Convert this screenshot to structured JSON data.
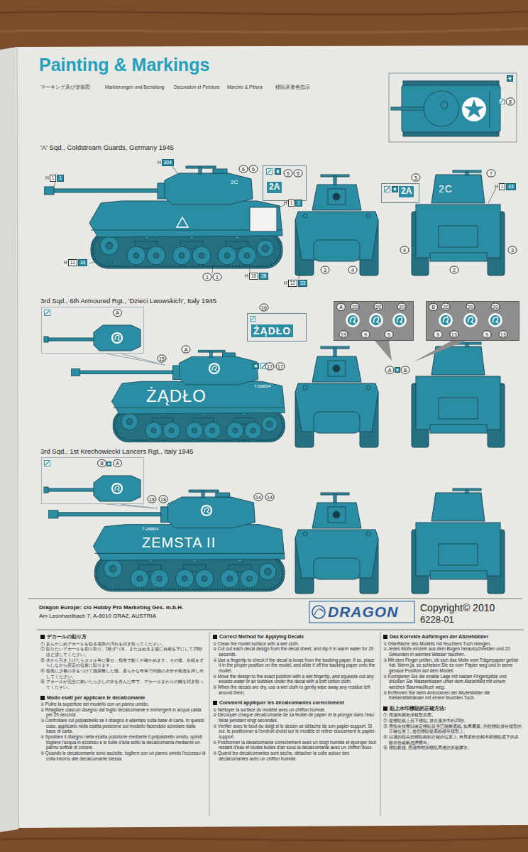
{
  "diagram": {
    "title": "Painting & Markings",
    "nodes": [
      {
        "text": [
          "2A"
        ]
      },
      {
        "text": [
          "2A"
        ]
      },
      {
        "text": [
          "A"
        ]
      },
      {
        "text": [
          "ŻĄDŁO"
        ]
      },
      {
        "text": [
          "A"
        ]
      },
      {
        "text": [
          "B"
        ]
      },
      {
        "text": [
          "B",
          "A"
        ]
      }
    ],
    "labels": [
      "マーキング及び塗装図",
      "Markierungen und Bemalung",
      "Decoration et Peinture",
      "Marchio & Pittura",
      "標貼及著色指示",
      "'A' Sqd., Coldstream Guards, Germany 1945",
      "H",
      "304",
      "H",
      "1",
      "1",
      "6",
      "6",
      "2C",
      "5",
      "5",
      "H",
      "1",
      "1",
      "H",
      "12",
      "33",
      "1",
      "1",
      "H",
      "18",
      "28",
      "H",
      "12",
      "33",
      "3",
      "4",
      "5",
      "7",
      "2C",
      "H",
      "1",
      "43",
      "4",
      "2",
      "3",
      "8",
      "3rd Sqd., 6th Armoured Rgt., 'Dzieci Lwowskich', Italy 1945",
      "15",
      "A",
      "16",
      "17",
      "17",
      "ŻĄDŁO",
      "T-268634",
      "20",
      "20",
      "20",
      "19",
      "9",
      "9",
      "20",
      "20",
      "20",
      "9",
      "13",
      "9",
      "13",
      "A",
      "B",
      "3rd Sqd., 1st Krechowiecki Lancers Rgt., Italy 1945",
      "18",
      "18",
      "14",
      "14",
      "T-268804",
      "ZEMSTA II",
      "Dragon Europe: c/o Hobby Pro Marketing Ges. m.b.H.",
      "Am Leonhardbach 7, A-8010 GRAZ, AUSTRIA",
      "DRAGON",
      "Copyright© 2010",
      "6228-01",
      "デカールの貼り方",
      "① あらかじめデカールを貼る場所の汚れを拭き取ってください。",
      "② 貼りたいデカールを切り取り、1枚ずつ水、またはぬるま湯に台紙を下にして20秒ほど浸してください。",
      "③ 水から引き上げたらタオル等に乗せ、指先で動くか確かめます。その後、台紙をずらしながら所定の位置に貼ります。",
      "④ 指先に少量の水をつけて微調整した後、柔らかな布等で内側の水分や気泡を押し出してください。",
      "⑤ デカールが完全に乾いたら少しの水を含んだ布で、デカールまわりの糊を拭き取ってください。",
      "Modo esatt per applicare le decalcomanie",
      "① Pulire la superficie del modello con un panno umido.",
      "② Ritagliare ciascun disegno dal foglio decalcomanie e immergerli in acqua calda per 20 secondi.",
      "③ Controllare col polpastrello se il disegno è allentato sulla base di carta. In questo caso, applicarlo nella esatta posizione sul modello facendolo scivolare dalla base di carta.",
      "④ Spostare il disegno nella esatta posizione mediante il polpastrello umido, quindi togliere l'acqua in eccesso e le bolle d'aria sotto la decalcomania mediante un panno soffice di cotone.",
      "⑤ Quando le decalcomanie sono asciutte, togliere con un panno umido l'eccesso di colla intorno alle decalcomanie stessa.",
      "Correct Method for Applying Decals",
      "① Clean the model surface with a wet cloth.",
      "② Cut out each decal design from the decal sheet, and dip it in warm water for 20 seconds.",
      "③ Use a fingertip to check if the decal is loose from the backing paper. If so, place it in the proper position on the model, and slide it off the backing paper onto the model.",
      "④ Move the design to the exact position with a wet fingertip, and squeeze out any excess water or air bubbles under the decal with a soft cotton cloth.",
      "⑤ When the decals are dry, use a wet cloth to gently wipe away any residue left around them.",
      "Comment appliquer les décalcomanies correctement",
      "① Nettoyer la surface du modèle avec un chiffon humide.",
      "② Découper chaque décalcomanie de sa feuille de papier et la plonger dans l'eau tiède pendant vingt secondes.",
      "③ Vérifier avec le bout du doigt si le dessin se détache de son papier-support. Si oui, le positionner à l'endroit choisi sur le modèle et retirer doucement le papier-support.",
      "④ Positionner la décalcomanie correctement avec un doigt humide et éponger tout restant d'eau et toutes bulles d'air sous la décalcomanie avec un chiffon doux.",
      "⑤ Quand les décalcomanies sont sèche, détacher la colle autour des décalcomanies avec un chiffon humide.",
      "Das Korrekte Aufbringen der Abziehbilder",
      "① Oberfläche des Modells mit feuchtem Tuch reinigen.",
      "② Jedes Motiv einzeln aus dem Bogen herausschneiden und 20 Sekunden in warmes Wasser tauchen.",
      "③ Mit dem Finger prüfen, ob sich das Motiv vom Trägerpapier gelöst hat. Wenn ja, so schieben Sie es vom Papier weg und in seine genaue Position auf dem Modell.",
      "④ Korrigieren Sie die exakte Lage mit nasser Fingerspitze und drücken Sie Wasserblasen unter dem Abziehbild mit einem weichen Baumwolltuch weg.",
      "⑤ Entfernen Sie beim Antrocknen der Abziehbilder die Klebemittelränder mit einem feuchten Tuch.",
      "貼上水印標貼的正確方法:",
      "① 用濕布擦乾淨模型表面。",
      "② 從標貼紙上剪下標貼, 放在溫水中約20秒。",
      "③ 用指尖按壓以確定標貼是否已脫離底紙, 如果屬實, 則把標貼放在模型的正確位置上, 並把標貼從底紙移至模型上。",
      "④ 以濕的指尖把標貼移到正確的位置上, 再用柔軟的棉布將標貼底下的多餘水份或氣泡擠壓出。",
      "⑤ 標貼乾後, 用濕布輕抹標貼周邊的多餘膠水。"
    ]
  }
}
